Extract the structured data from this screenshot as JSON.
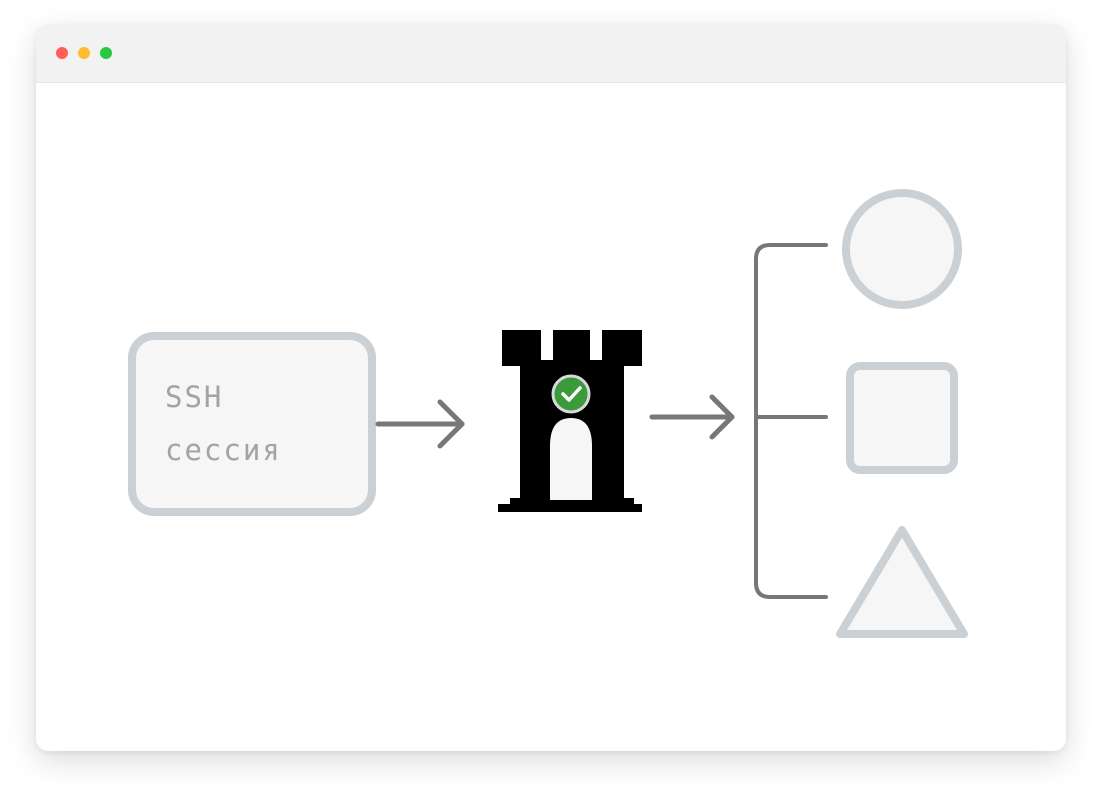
{
  "window": {
    "controls": [
      "close",
      "minimize",
      "maximize"
    ],
    "colors": {
      "close": "#ff5f57",
      "minimize": "#febc2e",
      "maximize": "#28c840"
    }
  },
  "diagram": {
    "source": {
      "line1": "SSH",
      "line2": "сессия"
    },
    "gateway": {
      "icon": "castle-tower-icon",
      "status_icon": "check-circle-icon",
      "status_color": "#3d9a3a"
    },
    "targets": [
      {
        "shape": "circle"
      },
      {
        "shape": "square"
      },
      {
        "shape": "triangle"
      }
    ],
    "colors": {
      "outline": "#cbd0d4",
      "fill": "#f6f6f6",
      "connector": "#777777",
      "tower": "#000000"
    }
  }
}
